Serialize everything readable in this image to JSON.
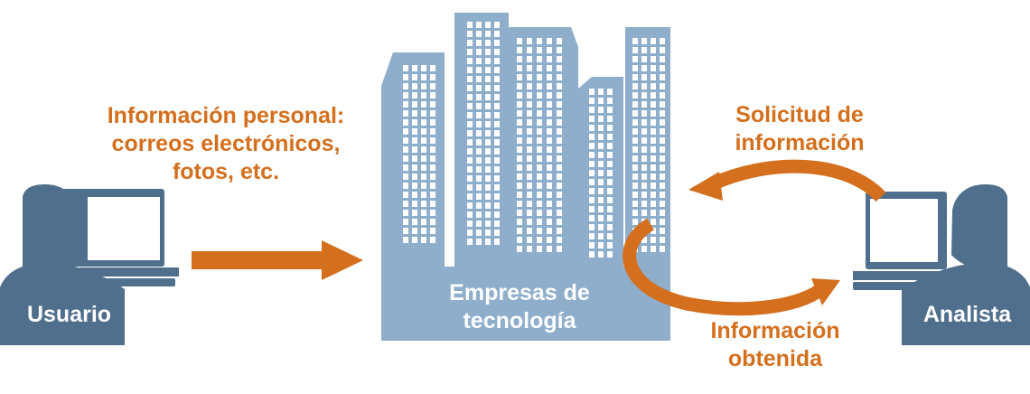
{
  "labels": {
    "personal_info_line1": "Información personal:",
    "personal_info_line2": "correos electrónicos,",
    "personal_info_line3": "fotos, etc.",
    "request_line1": "Solicitud de",
    "request_line2": "información",
    "obtained_line1": "Información",
    "obtained_line2": "obtenida",
    "companies_line1": "Empresas de",
    "companies_line2": "tecnología",
    "user": "Usuario",
    "analyst": "Analista"
  },
  "colors": {
    "person": "#4f6f8c",
    "building": "#8eaecb",
    "building_window": "#ffffff",
    "arrow": "#d46f1d",
    "screen_frame": "#4f6f8c",
    "screen": "#ffffff"
  },
  "icons": {
    "user": "person-at-laptop-icon",
    "analyst": "person-at-laptop-icon",
    "companies": "office-buildings-icon",
    "flow": "arrow-icon"
  }
}
